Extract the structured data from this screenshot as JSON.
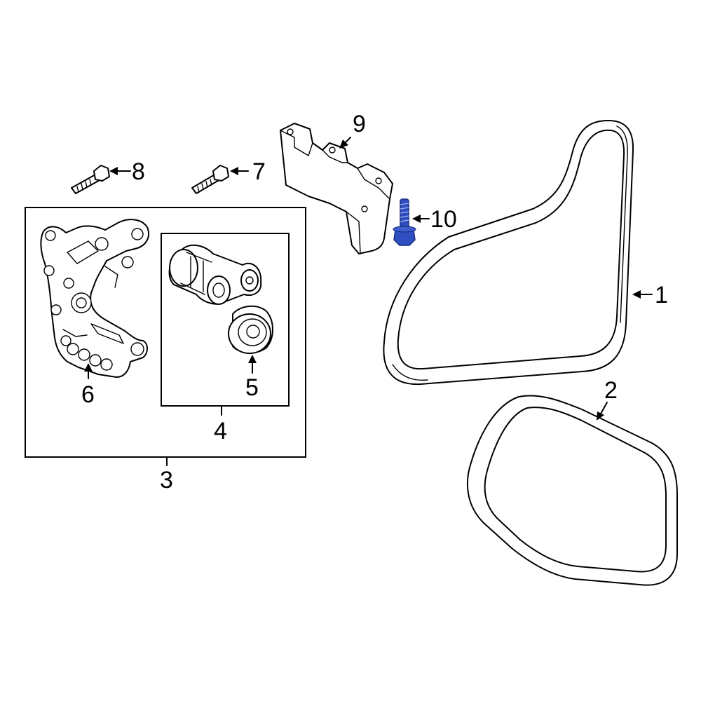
{
  "colors": {
    "line": "#000000",
    "background": "#ffffff",
    "highlight_fill": "#2f4fc0",
    "highlight_stroke": "#1a2c80"
  },
  "callouts": {
    "c1": "1",
    "c2": "2",
    "c3": "3",
    "c4": "4",
    "c5": "5",
    "c6": "6",
    "c7": "7",
    "c8": "8",
    "c9": "9",
    "c10": "10"
  },
  "highlighted_part": "10"
}
